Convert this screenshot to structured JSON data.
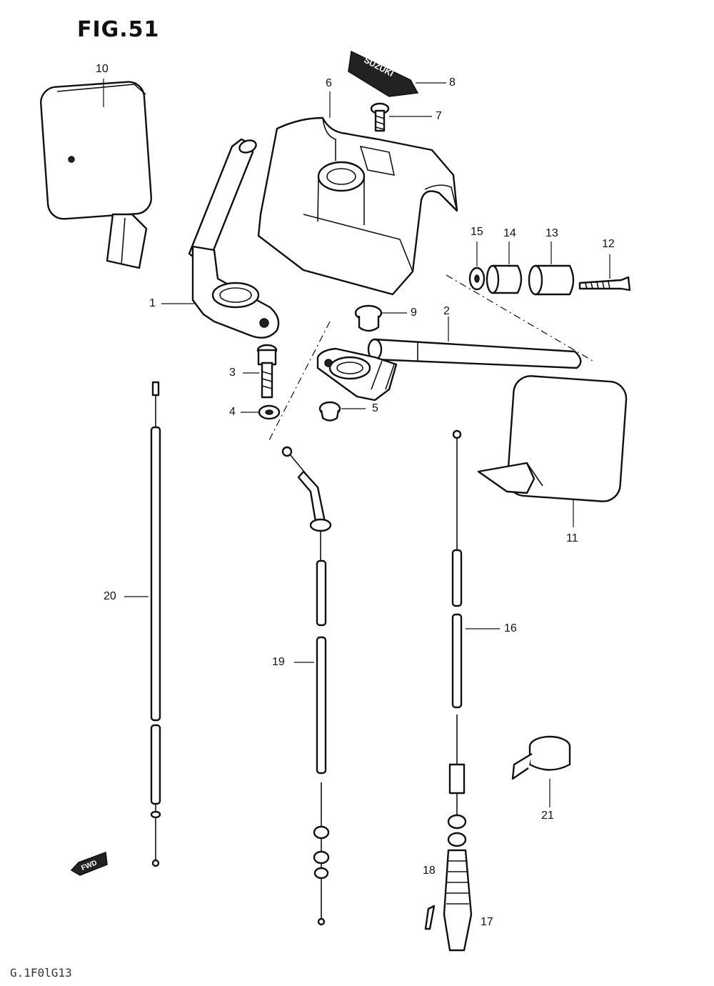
{
  "figure_title": "FIG.51",
  "drawing_code": "G.1F0lG13",
  "direction_arrow": "FWD",
  "badge_text": "SUZUKI",
  "callouts": [
    "1",
    "2",
    "3",
    "4",
    "5",
    "6",
    "7",
    "8",
    "9",
    "10",
    "11",
    "12",
    "13",
    "14",
    "15",
    "16",
    "17",
    "18",
    "19",
    "20",
    "21"
  ]
}
